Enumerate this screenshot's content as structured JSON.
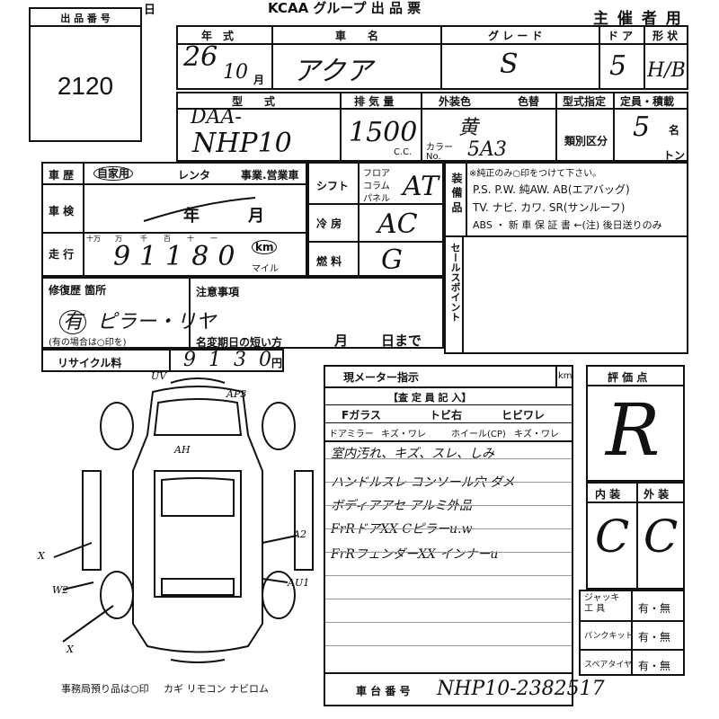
{
  "header": {
    "org": "KCAA グループ 出 品 票",
    "stamp": "主 催 者 用",
    "corner_char": "日"
  },
  "lot": {
    "label": "出 品 番 号",
    "value": "2120"
  },
  "row1": {
    "year_label": "年　式",
    "year": "26",
    "month": "10",
    "month_unit": "月",
    "name_label": "車　　名",
    "name": "アクア",
    "grade_label": "グ レ ー ド",
    "grade": "S",
    "door_label": "ド ア",
    "door": "5",
    "shape_label": "形 状",
    "shape": "H/B"
  },
  "row2": {
    "model_label": "型　　式",
    "model_line1": "DAA-",
    "model_line2": "NHP10",
    "disp_label": "排 気 量",
    "disp": "1500",
    "disp_unit": "C.C.",
    "color_label": "外装色",
    "color": "黄",
    "color_change_label": "色替",
    "color_no_label": "カラー No.",
    "color_no": "5A3",
    "type_label": "型式指定",
    "class_label": "類別区分",
    "cap_label": "定員・積載",
    "cap": "5",
    "cap_unit": "名",
    "ton_unit": "トン"
  },
  "history": {
    "label": "車 歴",
    "private": "自家用",
    "rental": "レンタ",
    "business": "事業.営業車",
    "inspection_label": "車 検",
    "insp_year": "年",
    "insp_month": "月",
    "mileage_label": "走 行",
    "digits_labels": [
      "十万",
      "万",
      "千",
      "百",
      "十",
      "一"
    ],
    "mileage": "91180",
    "km": "km",
    "mile": "マイル"
  },
  "drive": {
    "shift_label": "シフト",
    "shift_opts": [
      "フロア",
      "コラム",
      "パネル"
    ],
    "shift": "AT",
    "ac_label": "冷 房",
    "ac": "AC",
    "fuel_label": "燃 料",
    "fuel": "G"
  },
  "equipment": {
    "label": "装 備 品",
    "note": "※純正のみ○印をつけて下さい。",
    "line1": "P.S. P.W. 純AW. AB(エアバッグ)",
    "line2": "TV. ナビ. カワ. SR(サンルーフ)",
    "line3": "ABS ・ 新 車 保 証 書 ←(注) 後日送りのみ"
  },
  "sales_point": {
    "label": "セールスポイント"
  },
  "repair": {
    "label": "修復歴 箇所",
    "value": "有",
    "detail": "ピラー・リヤ",
    "note": "(有の場合は○印を)"
  },
  "notes": {
    "label": "注意事項",
    "transfer_label": "名変期日の短い方",
    "month": "月",
    "day": "日まで"
  },
  "recycle": {
    "label": "リサイクル料",
    "value": "9130",
    "unit": "円"
  },
  "meter": {
    "label": "現メーター指示",
    "unit": "km"
  },
  "inspector": {
    "title": "【査 定 員 記 入】",
    "glass": "Fガラス",
    "glass_val": "トビ右",
    "crack": "ヒビワレ",
    "mirror": "ドアミラー",
    "mirror_val": "キズ・ワレ",
    "wheel": "ホイール(CP)",
    "wheel_val": "キズ・ワレ",
    "comments": [
      "室内汚れ、キズ、スレ、しみ",
      "ハンドルスレ コンソール穴 ダメ",
      "ボディアアセ アルミ外品",
      "FrRドアXX Cピラーu.w",
      "FrRフェンダーXX インナーu"
    ]
  },
  "diagram": {
    "marks": [
      "UV",
      "AP3",
      "AH",
      "A2",
      "AU1",
      "X",
      "W2",
      "X"
    ]
  },
  "score": {
    "label": "評 価 点",
    "value": "R"
  },
  "interior": {
    "label": "内 装",
    "value": "C"
  },
  "exterior": {
    "label": "外 装",
    "value": "C"
  },
  "extras": [
    {
      "label": "ジャッキ 工 具",
      "value": "有・無"
    },
    {
      "label": "パンクキット",
      "value": "有・無"
    },
    {
      "label": "スペアタイヤ",
      "value": "有・無"
    }
  ],
  "footer": {
    "office": "事務局預り品は○印",
    "keys": "カギ リモコン ナビロム",
    "chassis_label": "車 台 番 号",
    "chassis": "NHP10-2382517"
  }
}
